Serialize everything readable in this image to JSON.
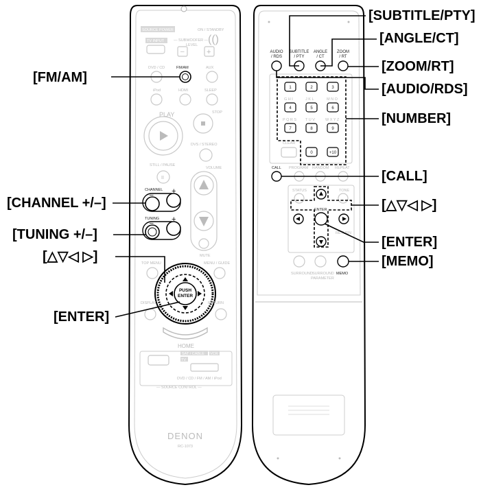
{
  "callouts": {
    "left": {
      "fm_am": "[FM/AM]",
      "channel": "[CHANNEL +/–]",
      "tuning": "[TUNING +/–]",
      "cursor": "[△▽◁ ▷]",
      "enter": "[ENTER]"
    },
    "right": {
      "subtitle_pty": "[SUBTITLE/PTY]",
      "angle_ct": "[ANGLE/CT]",
      "zoom_rt": "[ZOOM/RT]",
      "audio_rds": "[AUDIO/RDS]",
      "number": "[NUMBER]",
      "call": "[CALL]",
      "cursor": "[△▽◁ ▷]",
      "enter": "[ENTER]",
      "memo": "[MEMO]"
    }
  },
  "front_remote": {
    "source_power": "SOURCE POWER",
    "on_standby": "ON / STANDBY",
    "tv_input": "TV INPUT",
    "subwoofer": "— SUBWOOFER —",
    "level": "LEVEL",
    "minus": "–",
    "plus": "+",
    "dvd_cd": "DVD / CD",
    "fm_am": "FM/AM",
    "aux": "AUX",
    "ipod": "iPod",
    "hdmi": "HDMI",
    "sleep": "SLEEP",
    "play": "PLAY",
    "stop": "STOP",
    "dvs_stereo": "DVS / STEREO",
    "still_pause": "STILL / PAUSE",
    "volume": "VOLUME",
    "channel": "CHANNEL",
    "tuning": "TUNING",
    "mute": "MUTE",
    "top_menu": "TOP MENU",
    "menu_guide": "MENU / GUIDE",
    "display": "DISPLAY",
    "return": "RETURN",
    "push": "PUSH",
    "enter": "ENTER",
    "home": "HOME",
    "sat_cable": "SAT / CABLE",
    "vcr": "VCR",
    "tv": "TV",
    "dvd_line": "DVD / CD / FM / AM / iPod",
    "source_control": "— SOURCE CONTROL —",
    "brand": "DENON",
    "model": "RC-1073"
  },
  "back_remote": {
    "audio_rds": [
      "AUDIO",
      "/ RDS"
    ],
    "subtitle_pty": [
      "SUBTITLE",
      "/ PTY"
    ],
    "angle_ct": [
      "ANGLE",
      "/ CT"
    ],
    "zoom_rt": [
      "ZOOM",
      "/ RT"
    ],
    "num_keys": [
      "1",
      "2",
      "3",
      "4",
      "5",
      "6",
      "7",
      "8",
      "9",
      "0",
      "+10"
    ],
    "letters": [
      "G H I",
      "J K L",
      "M N O",
      "P Q R S",
      "T U V",
      "W X Y Z"
    ],
    "clear": "CLEAR",
    "call": "CALL",
    "program": "PROGRAM",
    "random": "RANDOM",
    "repeat": "REPEAT",
    "status": "STATUS",
    "tone": "TONE",
    "enter": "ENTER",
    "return": "RETURN",
    "surround": "SURROUND",
    "surround_parameter": [
      "SURROUND",
      "PARAMETER"
    ],
    "memo": "MEMO"
  }
}
